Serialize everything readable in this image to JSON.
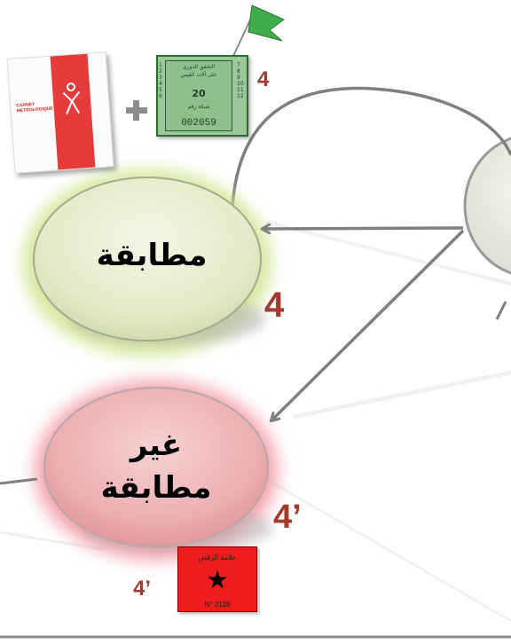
{
  "documents": {
    "carnet": {
      "title": "CARNET METROLOGIQUE"
    },
    "certificate": {
      "header": "التحقق الدوري",
      "subheader": "على آلات القيس",
      "year": "20",
      "field": "شبكة رقم",
      "serial": "002059"
    },
    "plus": "+",
    "certificate_step": "4"
  },
  "nodes": {
    "conform": {
      "label": "مطابقة",
      "step": "4"
    },
    "nonconform": {
      "label_line1": "غير",
      "label_line2": "مطابقة",
      "step": "4’"
    }
  },
  "reject_mark": {
    "title": "علامة الرفض",
    "number": "N° 2128",
    "star": "★",
    "step": "4’"
  },
  "colors": {
    "conform_fill": "#e6efcf",
    "conform_glow": "#c9e58e",
    "nonconform_fill": "#eeb3b6",
    "nonconform_glow": "#f08a92",
    "step_number": "#a33a2e",
    "arrow": "#7f7f7f",
    "flag": "#3fae4a",
    "reject_red": "#ee1c1c"
  },
  "icons": [
    "flag-icon",
    "star-icon",
    "plus-icon",
    "person-icon"
  ]
}
